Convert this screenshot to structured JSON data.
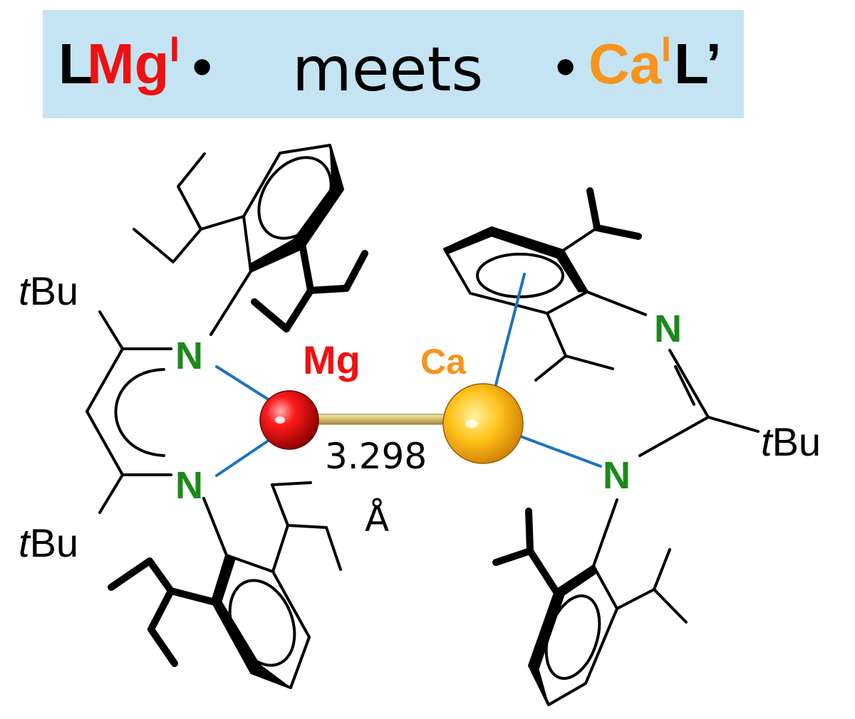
{
  "title": {
    "part_l": "L",
    "part_mg": "Mg",
    "sup_1": "I",
    "dot_1": "•",
    "meets": "meets",
    "dot_2": "•",
    "part_ca": "Ca",
    "sup_2": "I",
    "part_lprime": "L’"
  },
  "labels": {
    "mg": "Mg",
    "ca": "Ca",
    "n_top_left": "N",
    "n_bottom_left": "N",
    "n_imine": "N",
    "n_amide": "N",
    "tbu_1_prefix": "t",
    "tbu_1_suffix": "Bu",
    "tbu_2_prefix": "t",
    "tbu_2_suffix": "Bu",
    "tbu_3_prefix": "t",
    "tbu_3_suffix": "Bu",
    "distance_value": "3.298",
    "distance_unit": "Å"
  },
  "colors": {
    "banner": "#c5e4f3",
    "mg": "#ee1111",
    "ca": "#f7941d",
    "nitrogen": "#1a8a1a",
    "coordination_bond": "#1e73be",
    "metal_metal_bond": "#d8c27a",
    "skeleton": "#000000"
  }
}
